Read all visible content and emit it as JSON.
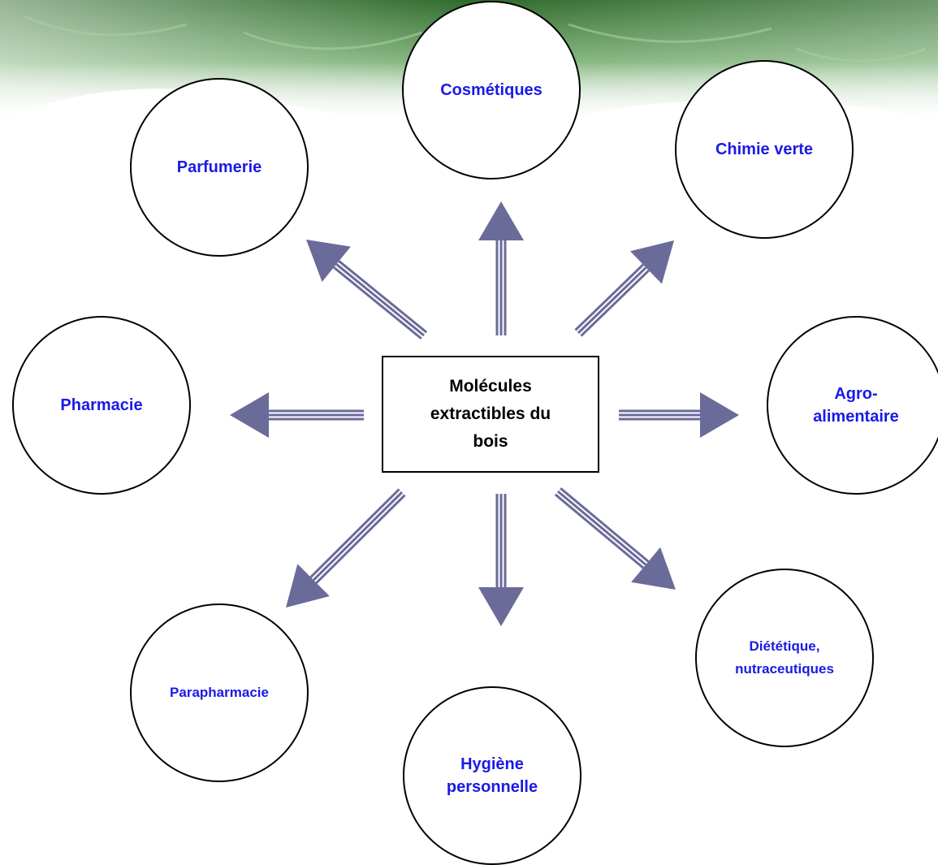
{
  "center": {
    "label": "Molécules\nextractibles du\nbois"
  },
  "targets": {
    "cosmetiques": "Cosmétiques",
    "parfumerie": "Parfumerie",
    "chimie_verte": "Chimie verte",
    "pharmacie": "Pharmacie",
    "agroalimentaire": "Agro-\nalimentaire",
    "parapharmacie": "Parapharmacie",
    "hygiene": "Hygiène\npersonnelle",
    "dietetique": "Diététique,\nnutraceutiques"
  },
  "colors": {
    "label": "#1a1ae6",
    "arrow": "#6b6b9a",
    "banner": "#3f7a3a"
  }
}
